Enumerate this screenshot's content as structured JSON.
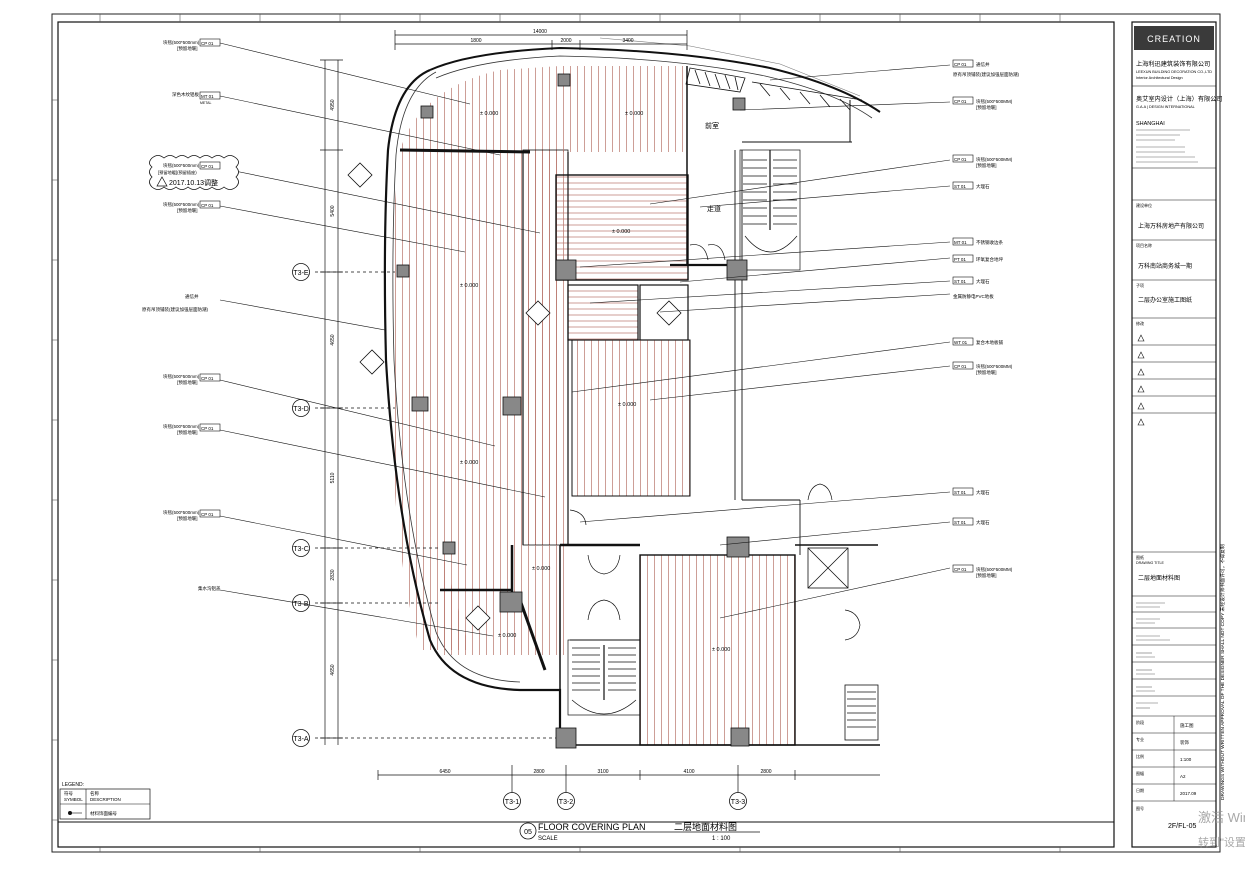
{
  "plan": {
    "title": "FLOOR  COVERING  PLAN",
    "title_cn": "二层地面材料图",
    "scale_label": "SCALE",
    "scale_value": "1 : 100",
    "drawing_number": "05",
    "grid_rows": [
      "T3-E",
      "T3-D",
      "T3-C",
      "T3-B",
      "T3-A"
    ],
    "grid_cols": [
      "T3-1",
      "T3-2",
      "T3-3"
    ],
    "dims_top": [
      "14000",
      "1800",
      "2000",
      "3400"
    ],
    "dims_bottom": [
      "6450",
      "2800",
      "3100",
      "4100",
      "2800"
    ],
    "dims_left": [
      "4950",
      "5400",
      "4650",
      "5110",
      "2830",
      "4650"
    ],
    "levels": [
      "± 0.000",
      "± 0.000",
      "± 0.000",
      "± 0.000",
      "± 0.000",
      "± 0.000",
      "± 0.000",
      "± 0.000",
      "± 0.000"
    ],
    "room_labels": [
      "前室",
      "走道"
    ],
    "notes_left": [
      {
        "text": "块毯(500*500mm)",
        "sub": "[预留地暖]",
        "code": "CP 01"
      },
      {
        "text": "深色木纹铝板",
        "sub": "METAL",
        "code": "MT 01"
      },
      {
        "text": "块毯(500*500mm)",
        "sub": "[预留地暖](预留插座)",
        "code": "CP 01"
      },
      {
        "text": "块毯(500*500mm)",
        "sub": "[预留地暖]",
        "code": "CP 01"
      },
      {
        "text": "通信井",
        "sub": "原有吊顶铺装(建议加强层面防潮)",
        "code": ""
      },
      {
        "text": "块毯(500*500mm)",
        "sub": "[预留地暖]",
        "code": "CP 01"
      },
      {
        "text": "块毯(500*500mm)",
        "sub": "[预留地暖]",
        "code": "CP 01"
      },
      {
        "text": "块毯(500*500mm)",
        "sub": "[预留地暖]",
        "code": "CP 01"
      },
      {
        "text": "集水沟铝盖",
        "sub": "",
        "code": ""
      }
    ],
    "revision_cloud_date": "2017.10.13调整",
    "notes_right": [
      {
        "code": "CP 01",
        "text": "通信井",
        "sub": "原有吊顶铺装(建议加强层面防潮)"
      },
      {
        "code": "CP 01",
        "text": "块毯(500*500MM)",
        "sub": "[预留地暖]"
      },
      {
        "code": "CP 01",
        "text": "块毯(500*500MM)",
        "sub": "[预留地暖]"
      },
      {
        "code": "ST 01",
        "text": "大理石",
        "sub": ""
      },
      {
        "code": "MT 01",
        "text": "不锈钢收边条",
        "sub": ""
      },
      {
        "code": "PT 01",
        "text": "环氧复合地坪",
        "sub": ""
      },
      {
        "code": "ST 01",
        "text": "大理石",
        "sub": ""
      },
      {
        "code": "",
        "text": "金属防静电PVC地板",
        "sub": ""
      },
      {
        "code": "WT 01",
        "text": "复合木地板铺",
        "sub": ""
      },
      {
        "code": "CP 01",
        "text": "块毯(500*500MM)",
        "sub": "[预留地暖]"
      },
      {
        "code": "ST 01",
        "text": "大理石",
        "sub": ""
      },
      {
        "code": "ST 01",
        "text": "大理石",
        "sub": ""
      },
      {
        "code": "CP 01",
        "text": "块毯(500*500MM)",
        "sub": "[预留地暖]"
      }
    ],
    "legend": {
      "title": "LEGEND:",
      "col1_head": "符号",
      "col1_head_en": "SYMBOL",
      "col2_head": "名称",
      "col2_head_en": "DESCRIPTION",
      "row_text": "材料饰面编号"
    }
  },
  "title_block": {
    "brand": "CREATION",
    "company1_cn": "上海利迅建筑装饰有限公司",
    "company1_en": "LEEXUN BUILDING DECORATION CO.,LTD",
    "company1_sub": "Interior Architectural Design",
    "company2_cn": "奥艾室内设计（上海）有限公司",
    "company2_en": "G.A.A | DESIGN INTERNATIONAL",
    "city": "SHANGHAI",
    "client_label": "建设单位",
    "client": "上海万科房地产有限公司",
    "project_label": "项目名称",
    "project": "万科南站商务城一期",
    "subproject_label": "子项",
    "subproject": "二层办公室施工图纸",
    "revision_label": "修改",
    "drawing_title_label": "图纸",
    "drawing_title_en": "DRAWING TITLE",
    "drawing_title": "二层地面材料图",
    "stage_label": "阶段",
    "stage": "施工图",
    "discipline_label": "专业",
    "discipline": "装饰",
    "scale_label": "比例",
    "scale": "1:100",
    "size_label": "图幅",
    "size": "A2",
    "date_label": "日期",
    "date": "2017.09",
    "drawing_no_label": "图号",
    "drawing_no": "2F/FL-05",
    "vertical_note": "DRAWINGS WITHOUT WRITTEN APPROVAL OF THE DESIGNER SHALL NOT COPY  未经设计师书面许可，不得复制",
    "watermark_line1": "激活 Windows",
    "watermark_line2": "转到\"设置\"以激活 Windows。"
  }
}
